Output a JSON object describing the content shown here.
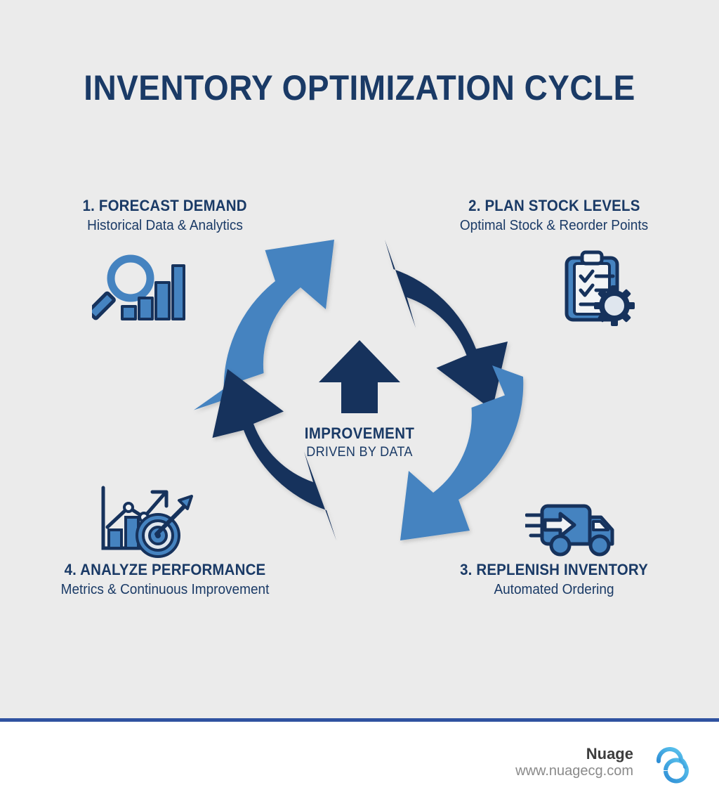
{
  "page": {
    "title": "INVENTORY OPTIMIZATION CYCLE",
    "background_color": "#ebebeb",
    "footer_background_color": "#ffffff",
    "divider_color": "#2f52a0"
  },
  "palette": {
    "navy": "#16325c",
    "light_blue": "#4583c0",
    "text_navy": "#1a3a66",
    "logo_blue": "#3ba7e0"
  },
  "center": {
    "icon": "up-arrow-icon",
    "title": "IMPROVEMENT",
    "subtitle": "DRIVEN BY DATA"
  },
  "steps": [
    {
      "number": "1.",
      "heading": "1. FORECAST DEMAND",
      "subtitle": "Historical Data & Analytics",
      "icon": "magnifier-bar-chart-icon",
      "arrow_color": "#4583c0",
      "position": "top-left"
    },
    {
      "number": "2.",
      "heading": "2. PLAN STOCK LEVELS",
      "subtitle": "Optimal Stock & Reorder Points",
      "icon": "clipboard-checklist-gear-icon",
      "arrow_color": "#16325c",
      "position": "top-right"
    },
    {
      "number": "3.",
      "heading": "3. REPLENISH INVENTORY",
      "subtitle": "Automated Ordering",
      "icon": "delivery-truck-icon",
      "arrow_color": "#4583c0",
      "position": "bottom-right"
    },
    {
      "number": "4.",
      "heading": "4. ANALYZE PERFORMANCE",
      "subtitle": "Metrics & Continuous Improvement",
      "icon": "growth-chart-target-icon",
      "arrow_color": "#16325c",
      "position": "bottom-left"
    }
  ],
  "footer": {
    "brand_name": "Nuage",
    "brand_url": "www.nuagecg.com",
    "logo": "nuage-cloud-logo"
  }
}
